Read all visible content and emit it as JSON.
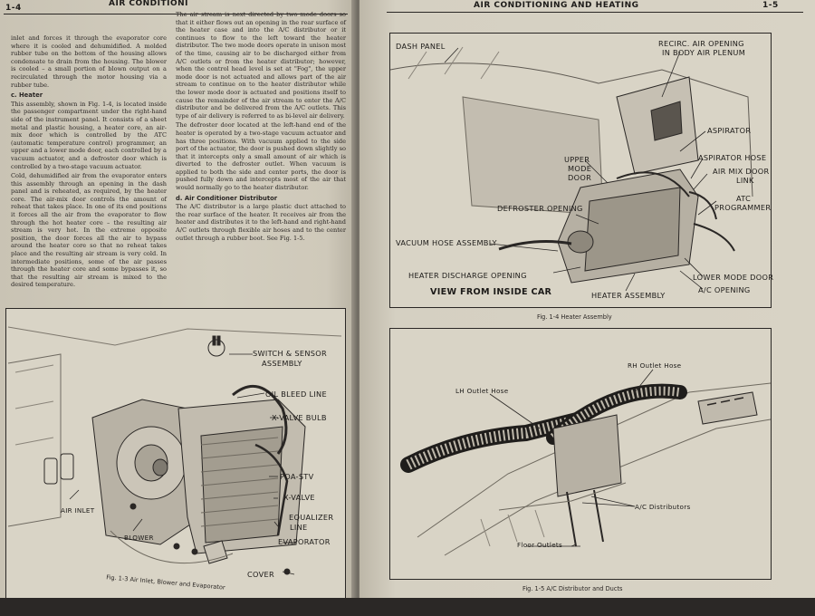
{
  "left_page": {
    "page_number": "1-4",
    "running_head": "AIR CONDITIONI",
    "col1_top": "inlet and forces it through the evaporator core where it is cooled and dehumidified. A molded rubber tube on the bottom of the housing allows condensate to drain from the housing. The blower is cooled – a small portion of blown output on a recirculated through the motor housing via a rubber tube.",
    "section_c_title": "c.   Heater",
    "section_c_p1": "This assembly, shown in Fig. 1-4, is located inside the passenger compartment under the right-hand side of the instrument panel. It consists of a sheet metal and plastic housing, a heater core, an air-mix door which is controlled by the ATC (automatic temperature control) programmer, an upper and a lower mode door, each controlled by a vacuum actuator, and a defroster door which is controlled by a two-stage vacuum actuator.",
    "section_c_p2": "Cold, dehumidified air from the evaporator enters this assembly through an opening in the dash panel and is reheated, as required, by the heater core. The air-mix door controls the amount of reheat that takes place. In one of its end positions it forces all the air from the evaporator to flow through the hot heater core – the resulting air stream is very hot. In the extreme opposite position, the door forces all the air to bypass around the heater core so that no reheat takes place and the resulting air stream is very cold. In intermediate positions, some of the air passes through the heater core and some bypasses it, so that the resulting air stream is mixed to the desired temperature.",
    "col2_p1": "The air stream is next directed by two mode doors so that it either flows out an opening in the rear surface of the heater case and into the A/C distributor or it continues to flow to the left toward the heater distributor. The two mode doors operate in unison most of the time, causing air to be discharged either from A/C outlets or from the heater distributor; however, when the control head level is set at \"Fog\", the upper mode door is not actuated and allows part of the air stream to continue on to the heater distributor while the lower mode door is actuated and positions itself to cause the remainder of the air stream to enter the A/C distributor and be delivered from the A/C outlets. This type of air delivery is referred to as bi-level air delivery.",
    "col2_p2": "The defroster door located at the left-hand end of the heater is operated by a two-stage vacuum actuator and has three positions. With vacuum applied to the side port of the actuator, the door is pushed down slightly so that it intercepts only a small amount of air which is diverted to the defroster outlet. When vacuum is applied to both the side and center ports, the door is pushed fully down and intercepts most of the air that would normally go to the heater distributor.",
    "section_d_title": "d.   Air Conditioner Distributor",
    "section_d_p1": "The A/C distributor is a large plastic duct attached to the rear surface of the heater. It receives air from the heater and distributes it to the left-hand and right-hand A/C outlets through flexible air hoses and to the center outlet through a rubber boot. See Fig. 1-5.",
    "fig13": {
      "labels": {
        "switch": "SWITCH & SENSOR",
        "switch2": "ASSEMBLY",
        "oil": "OIL BLEED LINE",
        "xbulb": "X-VALVE BULB",
        "poa": "POA-STV",
        "xvalve": "X-VALVE",
        "eq1": "EQUALIZER",
        "eq2": "LINE",
        "evap": "EVAPORATOR",
        "inlet": "AIR INLET",
        "blower": "BLOWER",
        "cover": "COVER"
      },
      "caption": "Fig. 1-3  Air Inlet, Blower and Evaporator"
    }
  },
  "right_page": {
    "running_head": "AIR CONDITIONING AND HEATING",
    "page_number": "1-5",
    "fig14": {
      "labels": {
        "dash": "DASH PANEL",
        "recirc1": "RECIRC. AIR OPENING",
        "recirc2": "IN BODY AIR PLENUM",
        "aspirator": "ASPIRATOR",
        "asp_hose": "ASPIRATOR HOSE",
        "airmix1": "AIR MIX DOOR",
        "airmix2": "LINK",
        "atc1": "ATC",
        "atc2": "PROGRAMMER",
        "upper1": "UPPER",
        "upper2": "MODE",
        "upper3": "DOOR",
        "defrost": "DEFROSTER OPENING",
        "vacuum": "VACUUM HOSE ASSEMBLY",
        "discharge": "HEATER DISCHARGE OPENING",
        "lower": "LOWER MODE DOOR",
        "acopen": "A/C OPENING",
        "heater": "HEATER ASSEMBLY",
        "view": "VIEW FROM INSIDE CAR"
      },
      "caption": "Fig. 1-4  Heater Assembly"
    },
    "fig15": {
      "labels": {
        "rh": "RH Outlet Hose",
        "lh": "LH Outlet Hose",
        "distrib": "A/C Distributors",
        "floor": "Floor Outlets"
      },
      "caption": "Fig. 1-5  A/C Distributor and Ducts"
    }
  }
}
